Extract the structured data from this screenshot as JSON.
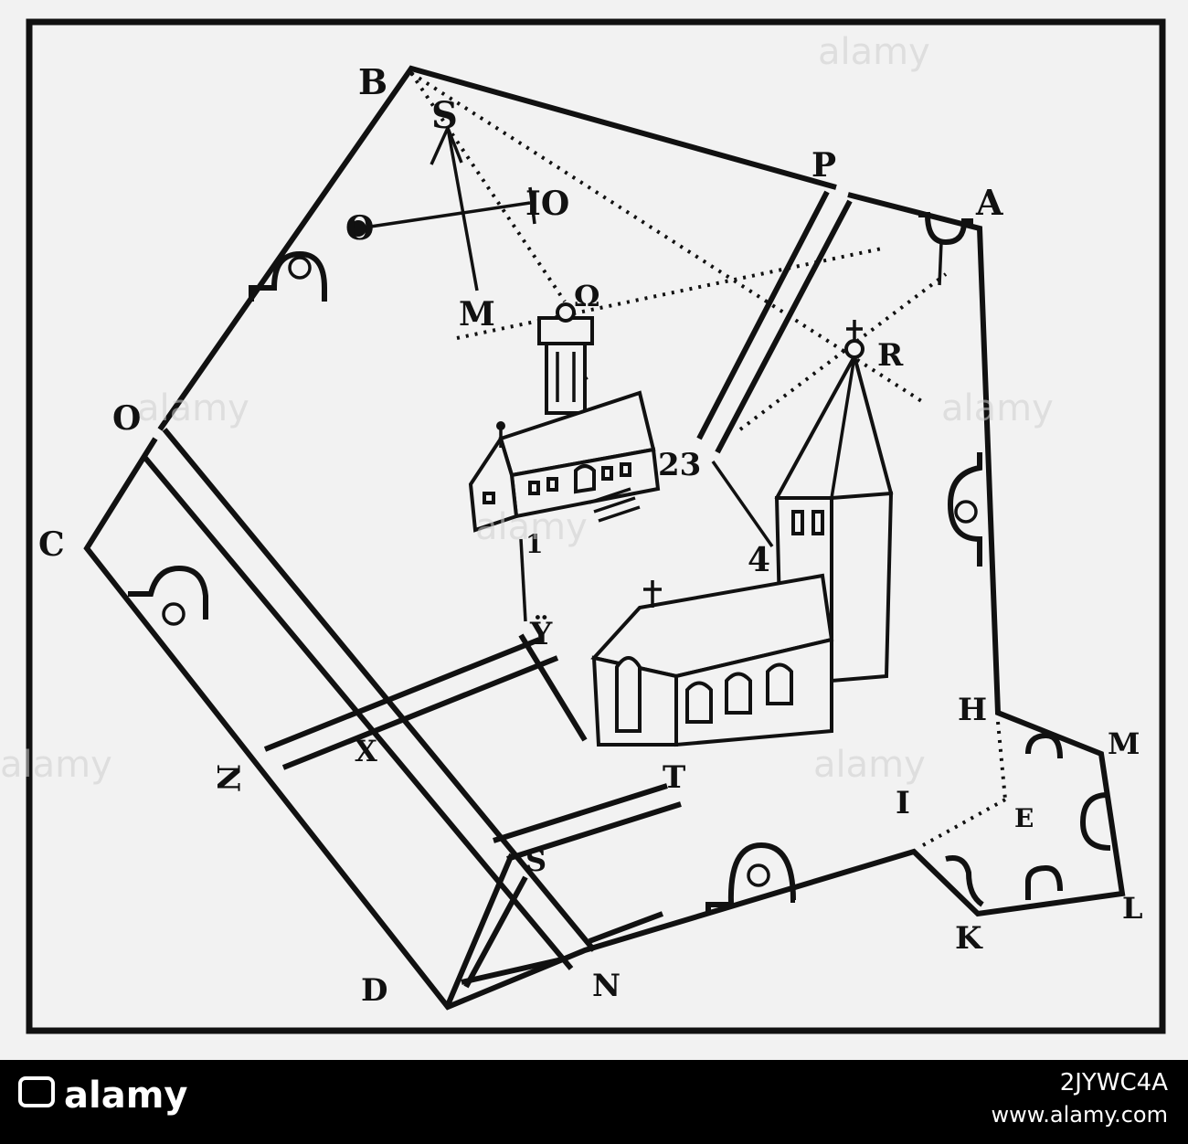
{
  "map": {
    "labels": {
      "B": "B",
      "S_top": "S",
      "P": "P",
      "A": "A",
      "O_left": "O",
      "Io": "IO",
      "M_top": "M",
      "Omega": "Ω",
      "R": "R",
      "O_mid": "O",
      "C": "C",
      "n23": "23",
      "n1": "1",
      "n4": "4",
      "Y": "Ÿ",
      "H": "H",
      "M_right": "M",
      "X": "X",
      "N_left": "N",
      "T": "T",
      "E": "E",
      "I": "I",
      "S_bottom": "S",
      "L": "L",
      "K": "K",
      "D": "D",
      "N_bottom": "N"
    }
  },
  "watermark": {
    "text": "alamy",
    "caption_text": "alamy",
    "image_id": "2JYWC4A",
    "site": "www.alamy.com"
  },
  "icons": {
    "compass": "compass-rose-icon",
    "fountain": "fountain-icon",
    "church": "church-icon",
    "tower": "tower-icon"
  },
  "colors": {
    "ink": "#111111",
    "paper": "#f2f2f2",
    "caption_bar": "#000000"
  }
}
